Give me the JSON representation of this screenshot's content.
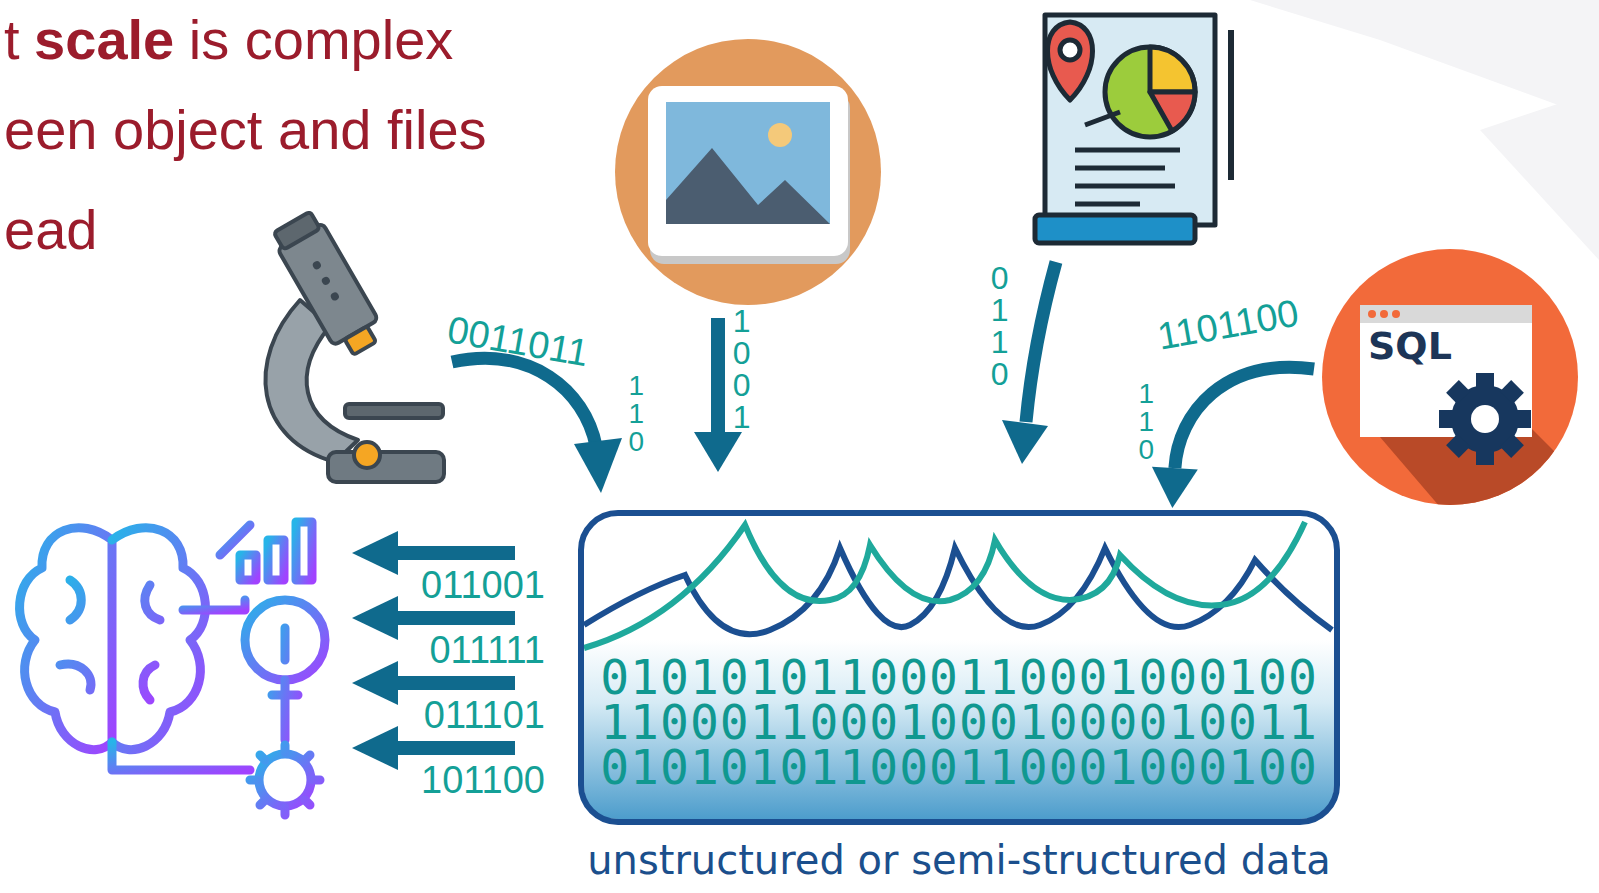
{
  "diagram": {
    "nodes": [
      {
        "text": [
          "SQL"
        ]
      },
      {
        "text": [
          "010101011000110001000100",
          "110001100010001000010011",
          "010101011000110001000100",
          "unstructured or semi-structured data"
        ]
      }
    ],
    "edges": [
      {
        "from": 0,
        "to": 1,
        "arrow": "to"
      }
    ],
    "labels": [
      "t",
      "scale",
      "is complex",
      "een object and files",
      "ead",
      "0011011",
      "110",
      "1001",
      "0110",
      "1101100",
      "110",
      "011001",
      "011111",
      "011101",
      "101100"
    ]
  }
}
